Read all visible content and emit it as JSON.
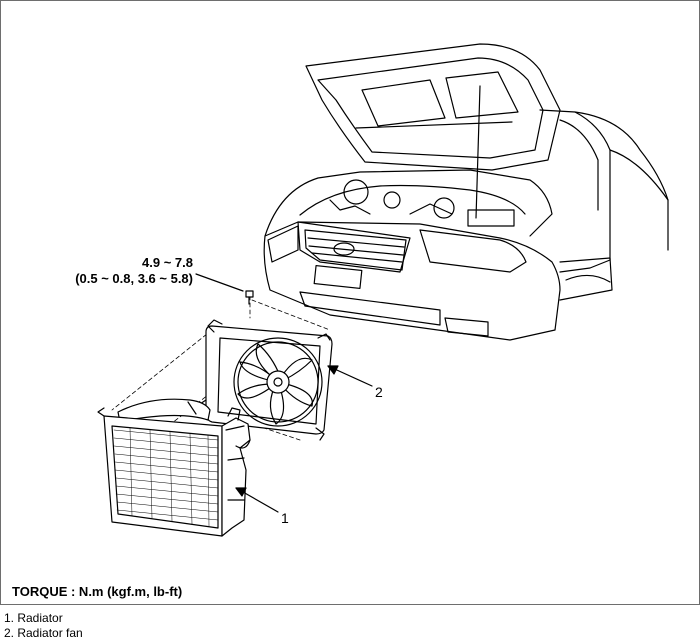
{
  "torque_spec": {
    "nm": "4.9 ~ 7.8",
    "converted": "(0.5 ~ 0.8, 3.6 ~ 5.8)"
  },
  "callouts": [
    "1",
    "2"
  ],
  "torque_unit_label": "TORQUE : N.m (kgf.m, lb-ft)",
  "legend": [
    "1. Radiator",
    "2. Radiator fan"
  ]
}
